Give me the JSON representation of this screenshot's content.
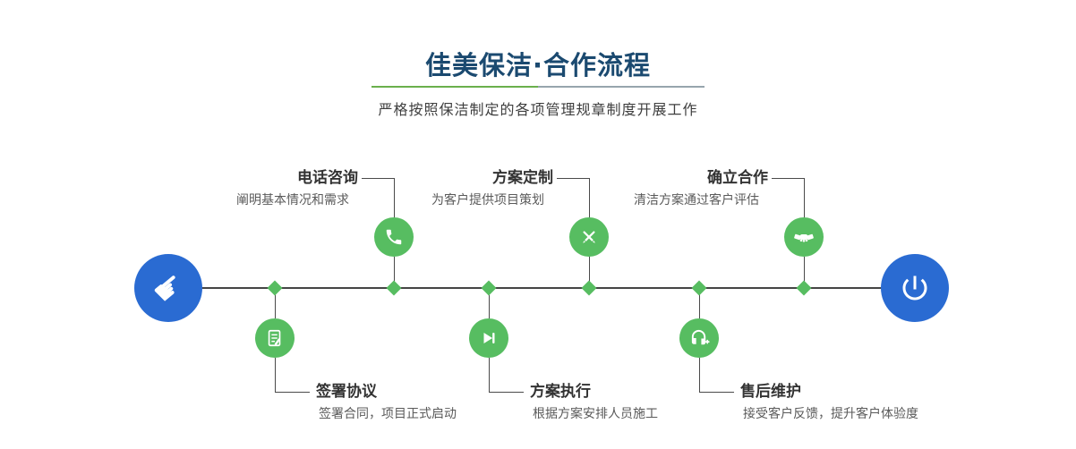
{
  "header": {
    "title": "佳美保洁·合作流程",
    "subtitle": "严格按照保洁制定的各项管理规章制度开展工作"
  },
  "colors": {
    "title": "#1b4a70",
    "green": "#57bd61",
    "blue": "#2a6bd2",
    "line": "#454545",
    "divider-green": "#6ab04c",
    "divider-gray": "#97a5ad"
  },
  "timeline": {
    "start": {
      "icon": "pointing-hand-icon"
    },
    "end": {
      "icon": "power-icon"
    },
    "steps_top": [
      {
        "title": "电话咨询",
        "desc": "阐明基本情况和需求",
        "icon": "phone-icon"
      },
      {
        "title": "方案定制",
        "desc": "为客户提供项目策划",
        "icon": "design-pen-icon"
      },
      {
        "title": "确立合作",
        "desc": "清洁方案通过客户评估",
        "icon": "handshake-icon"
      }
    ],
    "steps_bottom": [
      {
        "title": "签署协议",
        "desc": "签署合同，项目正式启动",
        "icon": "contract-icon"
      },
      {
        "title": "方案执行",
        "desc": "根据方案安排人员施工",
        "icon": "play-icon"
      },
      {
        "title": "售后维护",
        "desc": "接受客户反馈，提升客户体验度",
        "icon": "customer-service-icon"
      }
    ]
  }
}
